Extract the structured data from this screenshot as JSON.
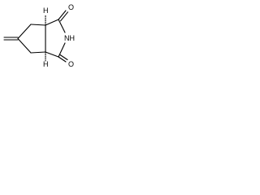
{
  "molecule": {
    "atoms": {
      "oxygen_top": "O",
      "nitrogen": "NH",
      "oxygen_bottom": "O"
    },
    "stereo": {
      "top_h": "H",
      "bottom_h": "H"
    }
  }
}
